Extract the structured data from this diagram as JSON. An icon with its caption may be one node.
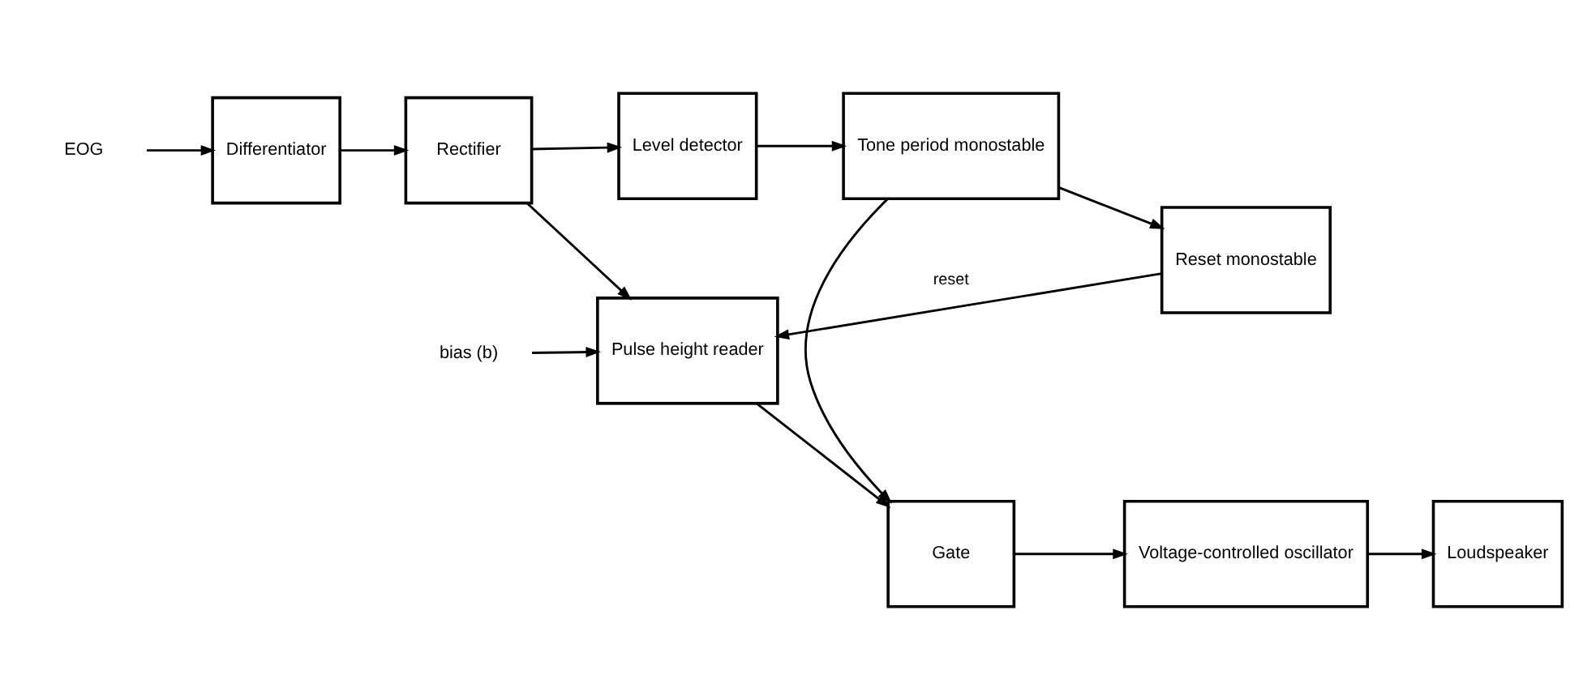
{
  "diagram": {
    "nodes": [
      {
        "text": [
          "EOG"
        ]
      },
      {
        "text": [
          "Differentiator"
        ]
      },
      {
        "text": [
          "Rectifier"
        ]
      },
      {
        "text": [
          "bias (b)"
        ]
      },
      {
        "text": [
          "Pulse height reader"
        ]
      },
      {
        "text": [
          "Gate"
        ]
      },
      {
        "text": [
          "Voltage-controlled oscillator"
        ]
      },
      {
        "text": [
          "Loudspeaker"
        ]
      },
      {
        "text": [
          "Level detector"
        ]
      },
      {
        "text": [
          "Tone period monostable"
        ]
      },
      {
        "text": [
          "Reset monostable"
        ]
      }
    ],
    "edges": [
      {
        "from": 0,
        "to": 1,
        "arrow": "to"
      },
      {
        "from": 1,
        "to": 2,
        "arrow": "to"
      },
      {
        "from": 2,
        "to": 4,
        "arrow": "to"
      },
      {
        "from": 3,
        "to": 4,
        "arrow": "to"
      },
      {
        "from": 2,
        "to": 8,
        "arrow": "to"
      },
      {
        "from": 4,
        "to": 5,
        "arrow": "to"
      },
      {
        "from": 5,
        "to": 6,
        "arrow": "to"
      },
      {
        "from": 6,
        "to": 7,
        "arrow": "to"
      },
      {
        "from": 8,
        "to": 9,
        "arrow": "to"
      },
      {
        "from": 9,
        "to": 10,
        "arrow": "to"
      },
      {
        "from": 9,
        "to": 5,
        "arrow": "to"
      },
      {
        "from": 10,
        "to": 4,
        "arrow": "to",
        "label": "reset"
      }
    ]
  }
}
